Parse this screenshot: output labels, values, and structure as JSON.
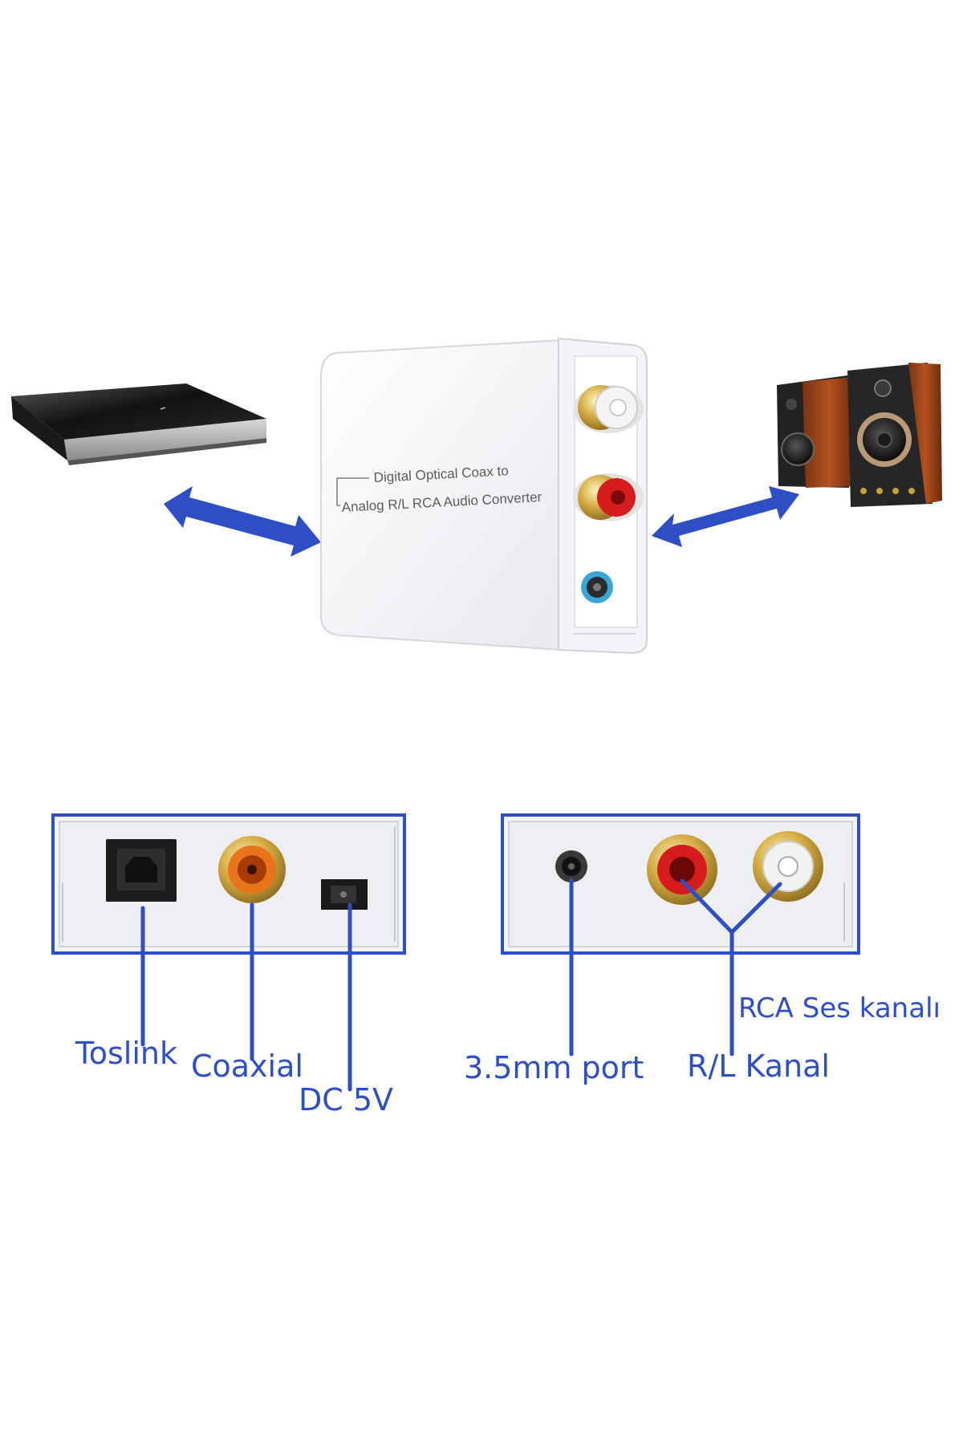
{
  "device": {
    "label_line1": "Digital Optical Coax to",
    "label_line2": "Analog R/L RCA Audio Converter"
  },
  "input_panel": {
    "labels": {
      "toslink": "Toslink",
      "coaxial": "Coaxial",
      "dc": "DC 5V"
    }
  },
  "output_panel": {
    "labels": {
      "port": "3.5mm port",
      "rca": "RCA Ses kanalı",
      "rl": "R/L Kanal"
    }
  },
  "colors": {
    "accent_blue": "#2e4fc4",
    "frame_blue": "#2f4ec9",
    "rca_red": "#d61c1c",
    "rca_white": "#f2f2f2",
    "gold": "#c9a13a",
    "coax_orange": "#e9741a",
    "jack_teal": "#3aa6d6"
  }
}
